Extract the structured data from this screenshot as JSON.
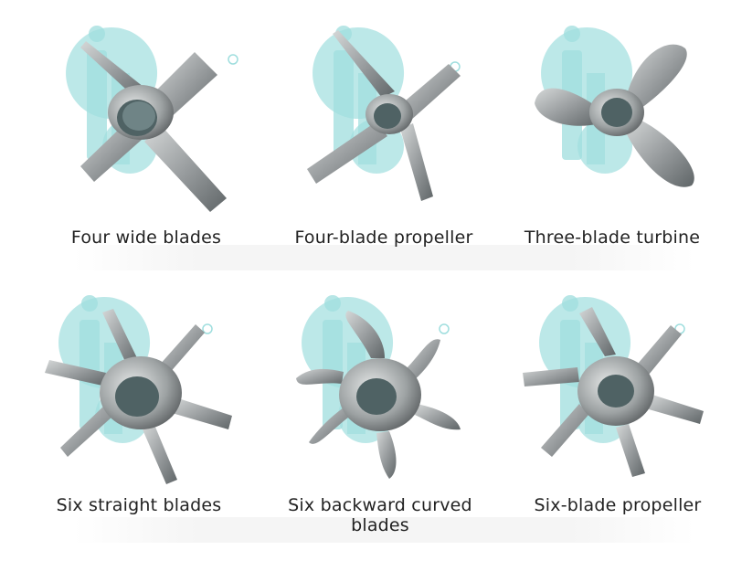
{
  "items": [
    {
      "label": "Four wide blades"
    },
    {
      "label": "Four-blade propeller"
    },
    {
      "label": "Three-blade turbine"
    },
    {
      "label": "Six straight blades"
    },
    {
      "label": "Six backward curved blades"
    },
    {
      "label": "Six-blade propeller"
    }
  ],
  "watermark": {
    "text": "ib",
    "registered": "®",
    "color": "#9fdede"
  },
  "colors": {
    "metal_light": "#b9bcbc",
    "metal_mid": "#8a8e8f",
    "metal_dark": "#5b6163",
    "caption": "#222222"
  }
}
